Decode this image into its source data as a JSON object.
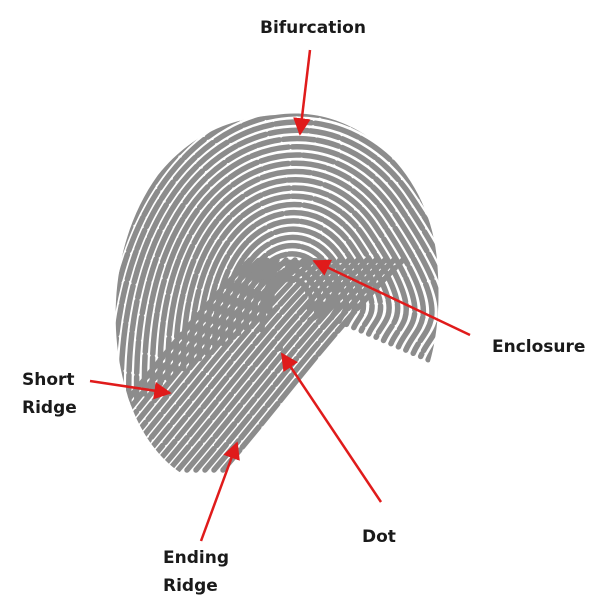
{
  "diagram": {
    "labels": {
      "bifurcation": "Bifurcation",
      "enclosure": "Enclosure",
      "short_ridge": [
        "Short",
        "Ridge"
      ],
      "dot": "Dot",
      "ending_ridge": [
        "Ending",
        "Ridge"
      ]
    },
    "colors": {
      "ridge": "#8c8c8c",
      "arrow": "#e01b1b",
      "text": "#1a1a1a",
      "background": "#ffffff"
    }
  }
}
